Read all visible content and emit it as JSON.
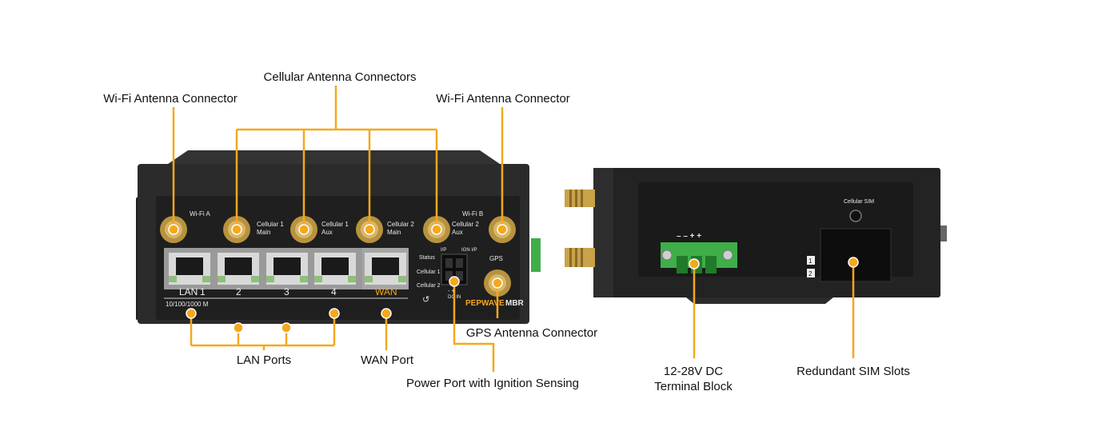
{
  "callouts": {
    "wifi_antenna_left": "Wi-Fi Antenna Connector",
    "cellular_antennas": "Cellular Antenna Connectors",
    "wifi_antenna_right": "Wi-Fi Antenna Connector",
    "gps_antenna": "GPS Antenna Connector",
    "lan_ports": "LAN Ports",
    "wan_port": "WAN Port",
    "power_port": "Power Port with Ignition Sensing",
    "dc_terminal_line1": "12-28V DC",
    "dc_terminal_line2": "Terminal Block",
    "sim_slots": "Redundant SIM Slots"
  },
  "front_panel": {
    "wifi_a": "Wi-Fi A",
    "wifi_b": "Wi-Fi B",
    "cell1_main_l1": "Cellular 1",
    "cell1_main_l2": "Main",
    "cell1_aux_l1": "Cellular 1",
    "cell1_aux_l2": "Aux",
    "cell2_main_l1": "Cellular 2",
    "cell2_main_l2": "Main",
    "cell2_aux_l1": "Cellular 2",
    "cell2_aux_l2": "Aux",
    "status": "Status",
    "cellular1": "Cellular 1",
    "cellular2": "Cellular 2",
    "ip_label": "I/P",
    "ign_ip_label": "IGN I/P",
    "dc_in_polarity": "-  +",
    "dc_in": "DC IN",
    "gps": "GPS",
    "lan_label": "LAN",
    "port_1": "1",
    "port_2": "2",
    "port_3": "3",
    "port_4": "4",
    "wan_label": "WAN",
    "speed": "10/100/1000 M",
    "brand": "PEPWAVE",
    "model": "MBR"
  },
  "side_panel": {
    "cellular_sim": "Cellular SIM",
    "terminal_signs": "– – + +",
    "sim_1": "1",
    "sim_2": "2"
  },
  "colors": {
    "accent": "#f5a81c",
    "chassis": "#2a2a2a",
    "terminal_green": "#3fae49",
    "connector_gold": "#c9a24a"
  }
}
